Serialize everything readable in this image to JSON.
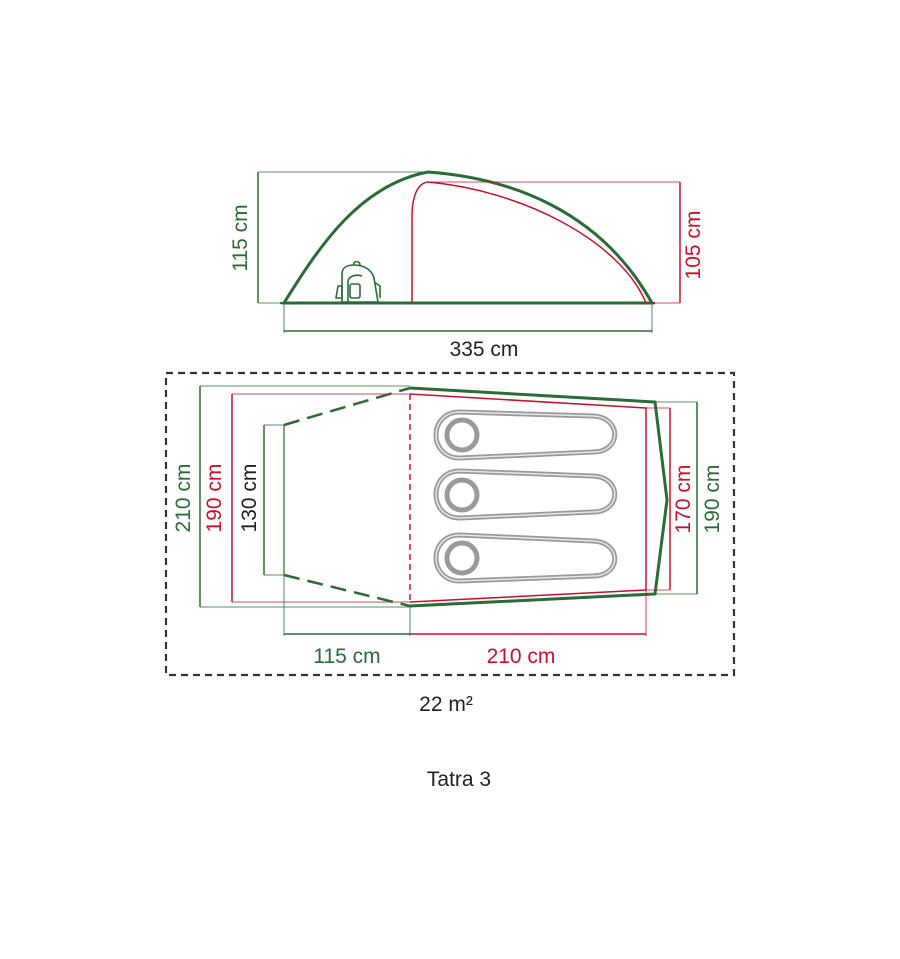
{
  "side_view": {
    "height_outer": "115 cm",
    "height_inner": "105 cm",
    "length": "335 cm"
  },
  "floor_plan": {
    "width_outer_left": "210 cm",
    "width_inner_left": "190 cm",
    "door_width": "130 cm",
    "width_inner_right": "170 cm",
    "width_outer_right": "190 cm",
    "porch_length": "115 cm",
    "bedroom_length": "210 cm"
  },
  "footprint_area": "22 m²",
  "product_name": "Tatra 3",
  "colors": {
    "outer": "#2a6b37",
    "inner": "#c8102e",
    "sleeping_bag": "#9a9a9a",
    "footprint_border": "#333333"
  },
  "icons": {
    "backpack": "backpack-icon"
  }
}
